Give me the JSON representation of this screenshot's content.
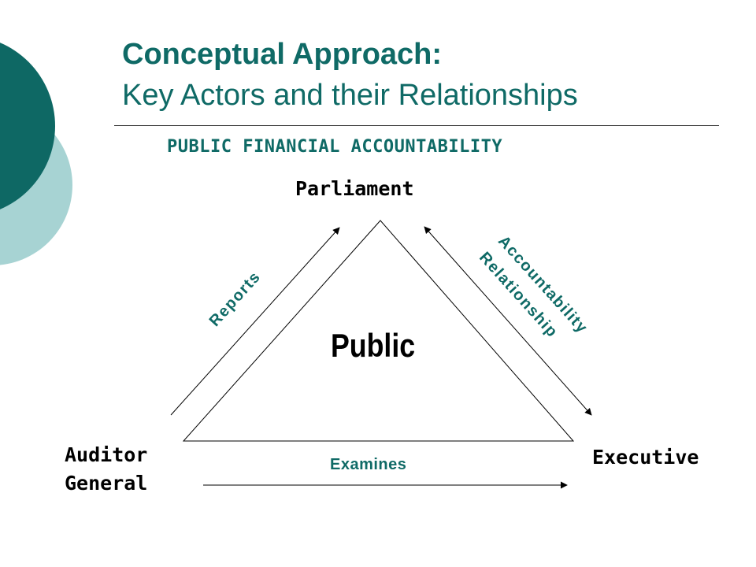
{
  "slide": {
    "title_line1": "Conceptual Approach:",
    "title_line2": "Key Actors and their Relationships",
    "subtitle": "PUBLIC FINANCIAL ACCOUNTABILITY"
  },
  "diagram": {
    "center": "Public",
    "nodes": {
      "top": "Parliament",
      "bottom_left_line1": "Auditor",
      "bottom_left_line2": "General",
      "bottom_right": "Executive"
    },
    "edges": {
      "left": "Reports",
      "right_line1": "Accountability",
      "right_line2": "Relationship",
      "bottom": "Examines"
    }
  },
  "colors": {
    "accent": "#0f6a66",
    "accent_light": "#a7d3d3"
  }
}
